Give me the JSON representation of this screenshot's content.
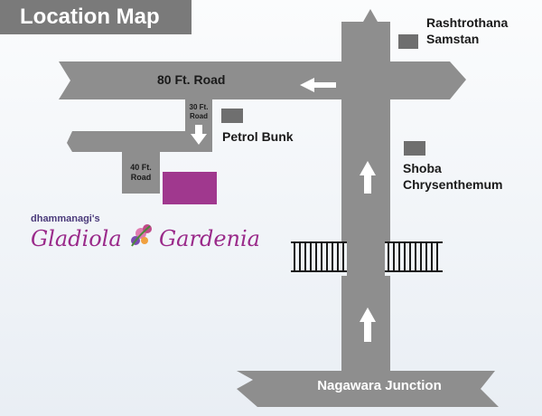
{
  "title": "Location Map",
  "roads": {
    "main": "80 Ft. Road",
    "side30_line1": "30 Ft.",
    "side30_line2": "Road",
    "side40_line1": "40 Ft.",
    "side40_line2": "Road",
    "junction": "Nagawara Junction"
  },
  "landmarks": {
    "rashtrothana_line1": "Rashtrothana",
    "rashtrothana_line2": "Samstan",
    "petrol": "Petrol Bunk",
    "shoba_line1": "Shoba",
    "shoba_line2": "Chrysenthemum"
  },
  "brand": {
    "developer": "dhammanagi's",
    "name_part1": "Gladiola",
    "name_part2": "Gardenia"
  },
  "colors": {
    "road": "#8e8e8e",
    "title_bg": "#7a7a7a",
    "project": "#a0388e",
    "landmark": "#6f6f6f"
  }
}
